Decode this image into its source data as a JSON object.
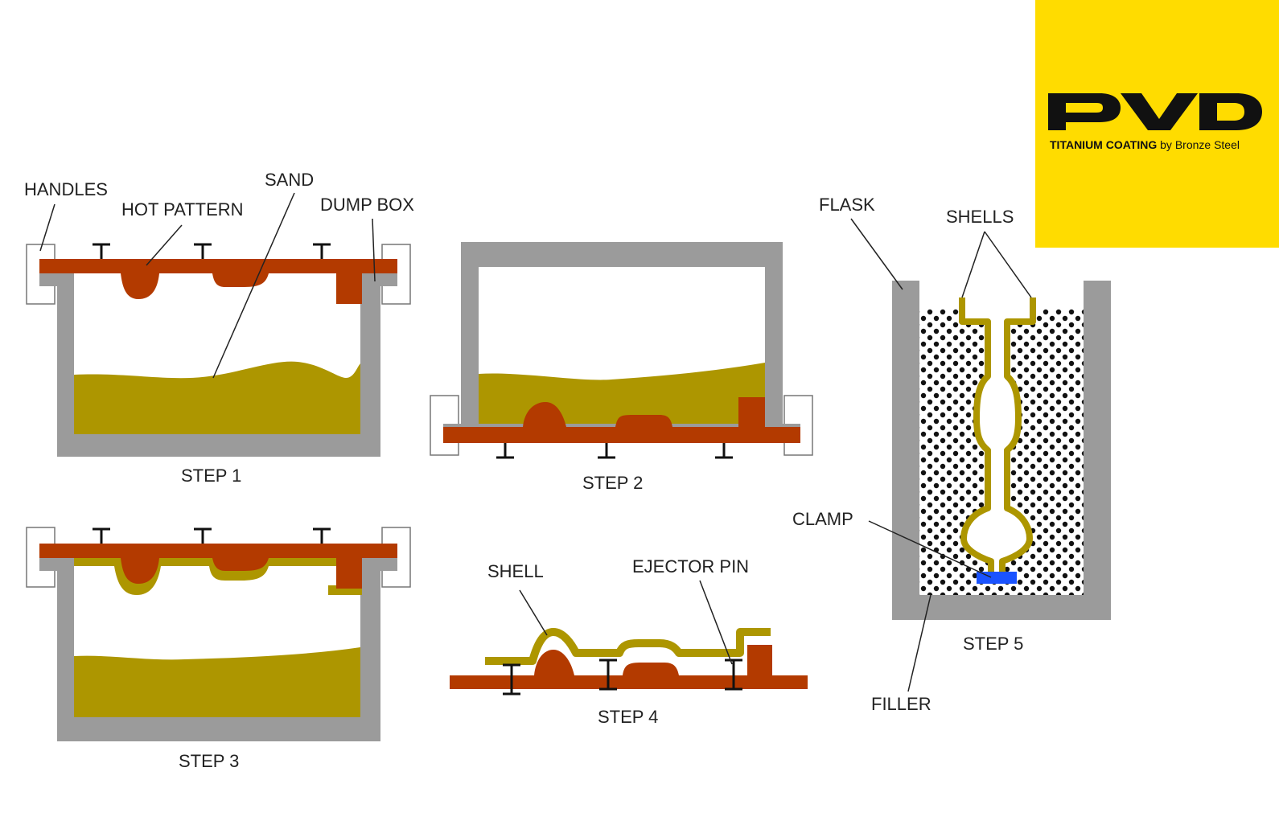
{
  "labels": {
    "handles": "HANDLES",
    "hot_pattern": "HOT PATTERN",
    "sand": "SAND",
    "dump_box": "DUMP BOX",
    "step1": "STEP 1",
    "step2": "STEP 2",
    "step3": "STEP 3",
    "shell": "SHELL",
    "ejector_pin": "EJECTOR PIN",
    "step4": "STEP 4",
    "flask": "FLASK",
    "shells": "SHELLS",
    "clamp": "CLAMP",
    "step5": "STEP 5",
    "filler": "FILLER"
  },
  "logo": {
    "mark": "PVD",
    "sub_bold": "TITANIUM COATING",
    "sub_rest": " by Bronze Steel",
    "background": "#ffdc00"
  },
  "colors": {
    "box_gray": "#9b9b9b",
    "pattern_red": "#b33a00",
    "sand_olive": "#ad9600",
    "clamp_blue": "#1a53ff",
    "filler_dots": "#111111"
  }
}
